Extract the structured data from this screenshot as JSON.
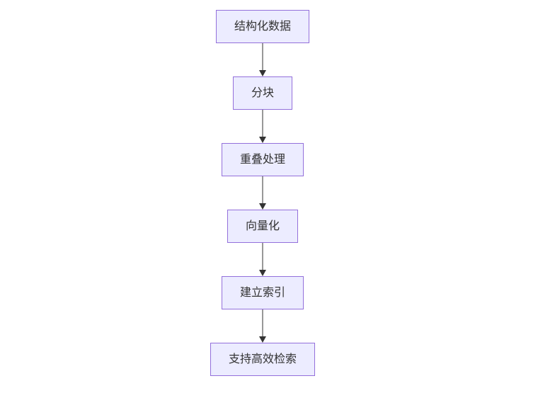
{
  "diagram": {
    "type": "flowchart",
    "direction": "top-down",
    "nodes": [
      {
        "id": "n1",
        "label": "结构化数据"
      },
      {
        "id": "n2",
        "label": "分块"
      },
      {
        "id": "n3",
        "label": "重叠处理"
      },
      {
        "id": "n4",
        "label": "向量化"
      },
      {
        "id": "n5",
        "label": "建立索引"
      },
      {
        "id": "n6",
        "label": "支持高效检索"
      }
    ],
    "edges": [
      {
        "from": "n1",
        "to": "n2"
      },
      {
        "from": "n2",
        "to": "n3"
      },
      {
        "from": "n3",
        "to": "n4"
      },
      {
        "from": "n4",
        "to": "n5"
      },
      {
        "from": "n5",
        "to": "n6"
      }
    ],
    "colors": {
      "node_fill": "#ECECFF",
      "node_border": "#9370DB",
      "text": "#333333",
      "arrow": "#333333",
      "background": "#FFFFFF"
    }
  }
}
